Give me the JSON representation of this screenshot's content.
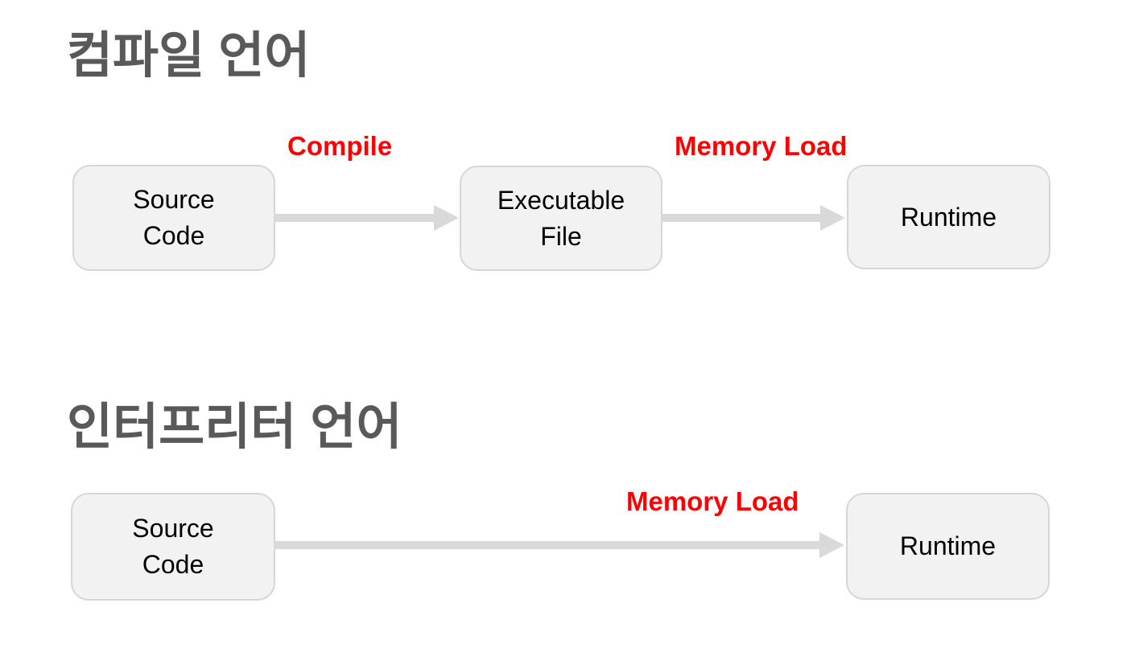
{
  "slide": {
    "background": "#ffffff",
    "colors": {
      "title_text": "#595959",
      "arrow_label_text": "#fe0000",
      "node_fill": "#f2f2f2",
      "node_border": "#d6d6d6",
      "arrow": "#d9d9d9",
      "node_text": "#000000"
    },
    "sections": [
      {
        "title": "컴파일 언어",
        "nodes": [
          {
            "name": "source-code",
            "line1": "Source",
            "line2": "Code"
          },
          {
            "name": "executable-file",
            "line1": "Executable",
            "line2": "File"
          },
          {
            "name": "runtime",
            "line1": "Runtime"
          }
        ],
        "arrows": [
          {
            "label": "Compile"
          },
          {
            "label": "Memory Load"
          }
        ]
      },
      {
        "title": "인터프리터 언어",
        "nodes": [
          {
            "name": "source-code",
            "line1": "Source",
            "line2": "Code"
          },
          {
            "name": "runtime",
            "line1": "Runtime"
          }
        ],
        "arrows": [
          {
            "label": "Memory Load"
          }
        ]
      }
    ]
  }
}
